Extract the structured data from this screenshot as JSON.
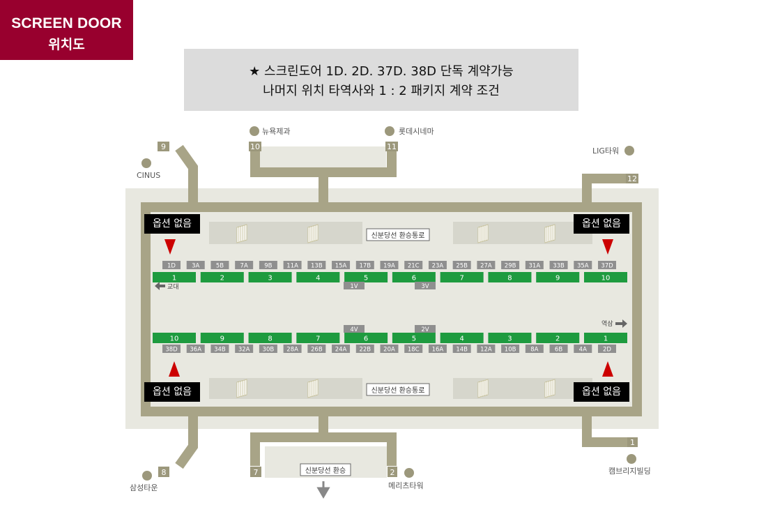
{
  "badge": {
    "line1": "SCREEN DOOR",
    "line2": "위치도"
  },
  "notice": {
    "line1": "★ 스크린도어 1D. 2D. 37D. 38D 단독 계약가능",
    "line2": "나머지 위치 타역사와 1 : 2 패키지 계약 조건"
  },
  "exits": [
    {
      "num": "9",
      "place": "CINUS"
    },
    {
      "num": "10",
      "place": "뉴욕제과"
    },
    {
      "num": "11",
      "place": "롯데시네마"
    },
    {
      "num": "12",
      "place": "LIG타워"
    },
    {
      "num": "1",
      "place": "캠브리지빌딩"
    },
    {
      "num": "2",
      "place": "메리츠타워"
    },
    {
      "num": "7",
      "place": ""
    },
    {
      "num": "8",
      "place": "삼성타운"
    }
  ],
  "transfer": {
    "top": "신분당선 환승통로",
    "bottom": "신분당선 환승통로",
    "exit": "신분당선 환승"
  },
  "directions": {
    "left": "교대",
    "right": "역삼"
  },
  "option_tag": "옵션 없음",
  "top_platform": {
    "doors": [
      "1D",
      "3A",
      "5B",
      "7A",
      "9B",
      "11A",
      "13B",
      "15A",
      "17B",
      "19A",
      "21C",
      "23A",
      "25B",
      "27A",
      "29B",
      "31A",
      "33B",
      "35A",
      "37D"
    ],
    "cars": [
      "1",
      "2",
      "3",
      "4",
      "5",
      "6",
      "7",
      "8",
      "9",
      "10"
    ],
    "extras": [
      "1V",
      "3V"
    ]
  },
  "bottom_platform": {
    "doors": [
      "38D",
      "36A",
      "34B",
      "32A",
      "30B",
      "28A",
      "26B",
      "24A",
      "22B",
      "20A",
      "18C",
      "16A",
      "14B",
      "12A",
      "10B",
      "8A",
      "6B",
      "4A",
      "2D"
    ],
    "cars": [
      "10",
      "9",
      "8",
      "7",
      "6",
      "5",
      "4",
      "3",
      "2",
      "1"
    ],
    "extras": [
      "4V",
      "2V"
    ]
  },
  "colors": {
    "brand": "#98002e",
    "car": "#1e9b3f",
    "door": "#8f8f8f",
    "track": "#a8a487",
    "floor": "#e8e8e0",
    "marker": "#cc0000"
  }
}
